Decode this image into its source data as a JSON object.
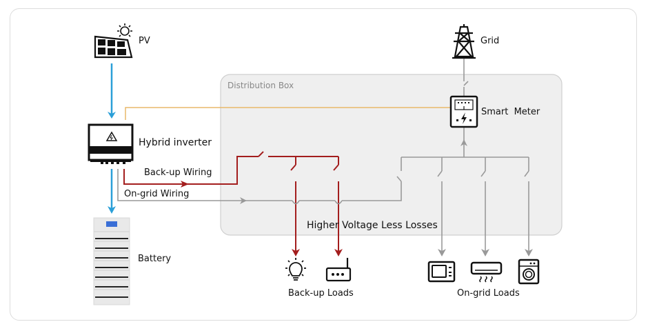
{
  "labels": {
    "pv": "PV",
    "grid": "Grid",
    "hybrid_inverter": "Hybrid inverter",
    "backup_wiring": "Back-up Wiring",
    "ongrid_wiring": "On-grid Wiring",
    "battery": "Battery",
    "distribution_box": "Distribution Box",
    "smart_meter": "Smart  Meter",
    "higher_voltage": "Higher Voltage Less Losses",
    "backup_loads": "Back-up Loads",
    "ongrid_loads": "On-grid Loads"
  },
  "icons": {
    "pv": "solar-panel-icon",
    "grid": "transmission-tower-icon",
    "inverter": "inverter-icon",
    "battery": "battery-stack-icon",
    "meter": "smart-meter-icon",
    "backup_loads": [
      "light-bulb-icon",
      "router-icon"
    ],
    "ongrid_loads": [
      "microwave-icon",
      "air-conditioner-icon",
      "washing-machine-icon"
    ]
  },
  "colors": {
    "dc_line": "#2a9fd8",
    "backup_line": "#a31d1d",
    "ongrid_line": "#999999",
    "comm_line": "#e8b86a",
    "box_fill": "#efefef",
    "box_border": "#cfcfcf"
  }
}
